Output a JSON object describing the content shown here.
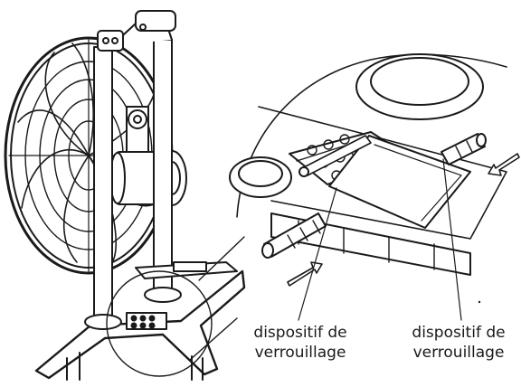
{
  "figure": {
    "labels": {
      "left": [
        "dispositif de",
        "verrouillage"
      ],
      "right": [
        "dispositif de",
        "verrouillage"
      ]
    },
    "arrows": {
      "left_direction": "up-right",
      "right_direction": "down-left"
    },
    "colors": {
      "ink": "#1a1a1a",
      "paper": "#ffffff",
      "shade": "#9a9a9a"
    }
  }
}
